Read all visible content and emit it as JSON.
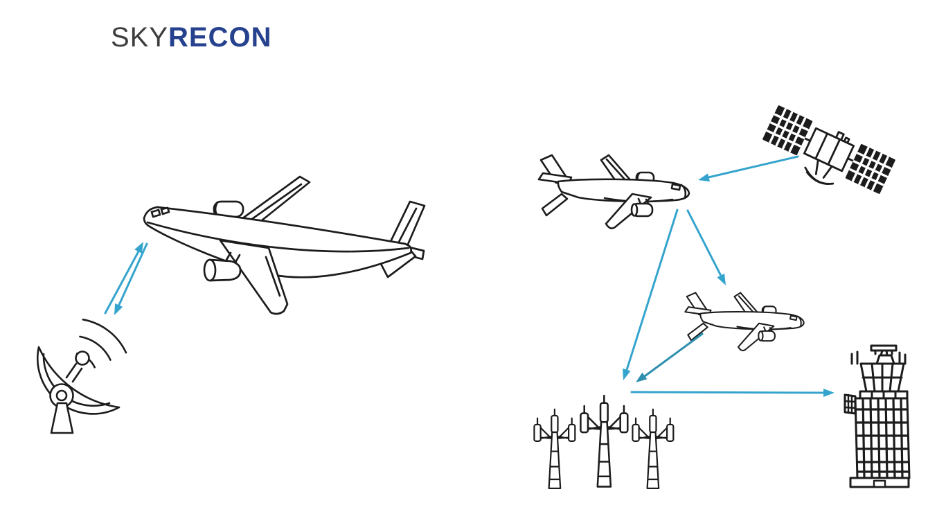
{
  "logo": {
    "part1": "SKY",
    "part2": "RECON"
  },
  "colors": {
    "background": "#ffffff",
    "logo_sky": "#3e3e40",
    "logo_recon": "#26418e",
    "line_art": "#1c1c1c",
    "arrow_primary": "#35a4cd",
    "arrow_secondary": "#2e8fae"
  },
  "diagram": {
    "icons": [
      {
        "id": "aircraft-main",
        "icon": "airliner-icon"
      },
      {
        "id": "ground-station",
        "icon": "satellite-dish-icon"
      },
      {
        "id": "satellite",
        "icon": "satellite-icon"
      },
      {
        "id": "aircraft-lead",
        "icon": "airliner-icon"
      },
      {
        "id": "aircraft-follower",
        "icon": "airliner-icon"
      },
      {
        "id": "cell-towers",
        "icon": "radio-tower-icon"
      },
      {
        "id": "atc-tower",
        "icon": "control-tower-icon"
      }
    ],
    "connections": [
      {
        "from": "ground-station",
        "to": "aircraft-main",
        "style": "double-arrow"
      },
      {
        "from": "satellite",
        "to": "aircraft-lead",
        "style": "arrow"
      },
      {
        "from": "aircraft-lead",
        "to": "aircraft-follower",
        "style": "arrow"
      },
      {
        "from": "aircraft-lead",
        "to": "cell-towers",
        "style": "arrow"
      },
      {
        "from": "aircraft-follower",
        "to": "cell-towers",
        "style": "arrow"
      },
      {
        "from": "cell-towers",
        "to": "atc-tower",
        "style": "arrow"
      }
    ]
  }
}
